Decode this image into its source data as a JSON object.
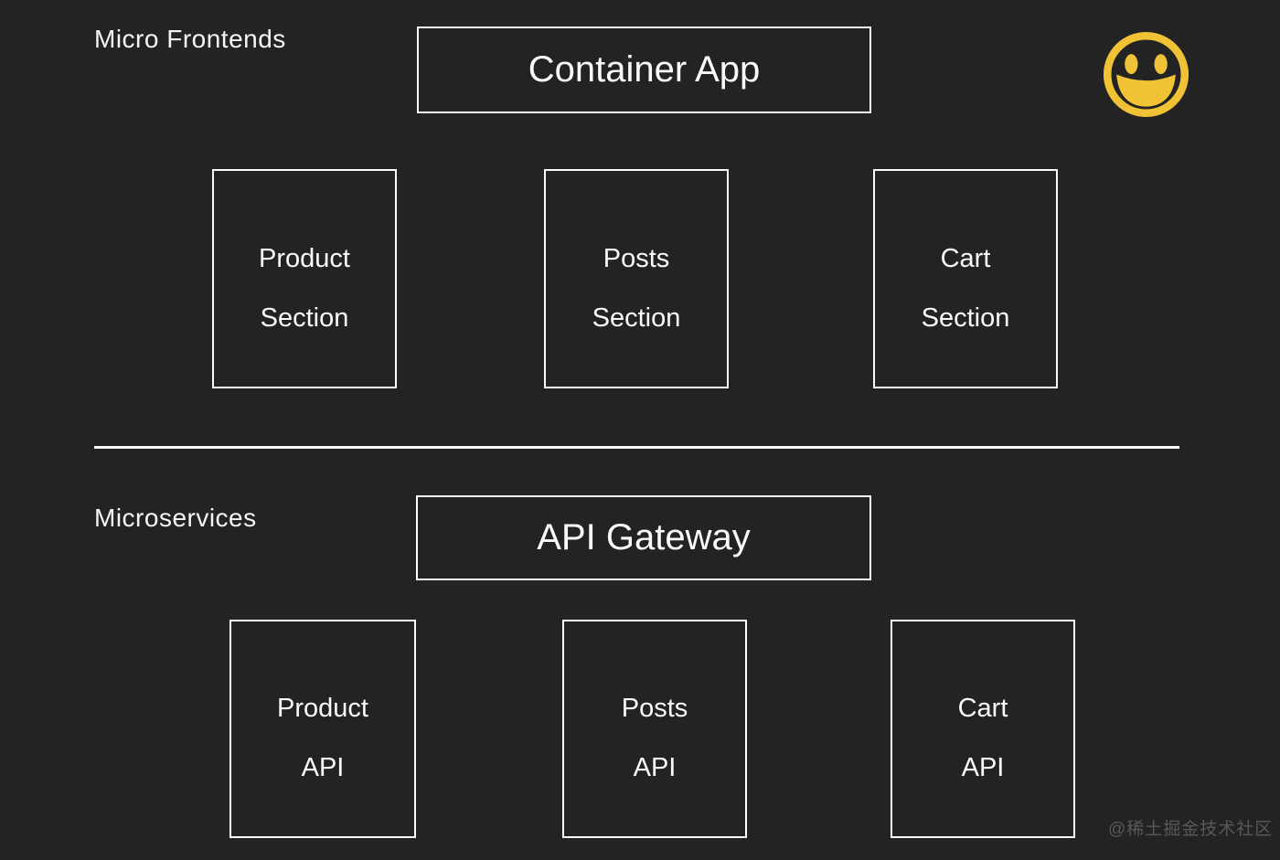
{
  "page": {
    "background": "#232323",
    "text_color": "#fafafa",
    "accent_yellow": "#f0c236",
    "watermark_color": "#585858"
  },
  "frontends": {
    "label": "Micro Frontends",
    "container_label": "Container App",
    "boxes": [
      {
        "line1": "Product",
        "line2": "Section"
      },
      {
        "line1": "Posts",
        "line2": "Section"
      },
      {
        "line1": "Cart",
        "line2": "Section"
      }
    ]
  },
  "microservices": {
    "label": "Microservices",
    "container_label": "API Gateway",
    "boxes": [
      {
        "line1": "Product",
        "line2": "API"
      },
      {
        "line1": "Posts",
        "line2": "API"
      },
      {
        "line1": "Cart",
        "line2": "API"
      }
    ]
  },
  "icons": {
    "smiley": "smiley-face"
  },
  "watermark": "@稀土掘金技术社区"
}
